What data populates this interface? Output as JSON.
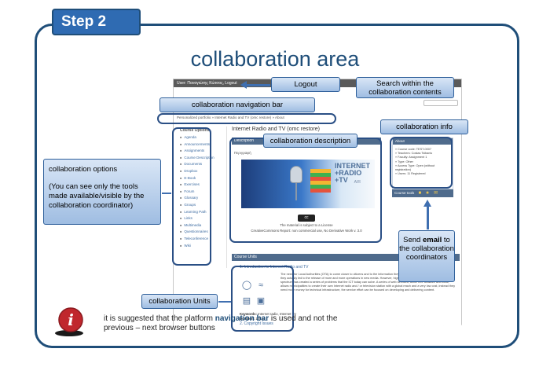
{
  "step_label": "Step 2",
  "title": "collaboration area",
  "callouts": {
    "logout": "Logout",
    "search": "Search within the collaboration contents",
    "nav_bar": "collaboration navigation bar",
    "info": "collaboration info",
    "description": "collaboration description",
    "options_title": "collaboration options",
    "options_note": "(You can see only the tools made available/visible by the collaboration coordinator)",
    "units": "collaboration Units",
    "email_pre": "Send ",
    "email_bold": "email",
    "email_post": " to the collaboration coordinators"
  },
  "screenshot": {
    "user_bar": "User: Παναγιώτης Κώτσος, Logout",
    "breadcrumb": "Personalized portfolio » Internet Radio and TV (omc restore) » About",
    "main_title": "Internet Radio and TV (omc restore)",
    "course_options_header": "Course Options",
    "course_options": [
      "Agenda",
      "Announcements",
      "Assignments",
      "Course Description",
      "Documents",
      "Dropbox",
      "E-Book",
      "Exercises",
      "Forum",
      "Glossary",
      "Groups",
      "Learning Path",
      "Links",
      "Multimedia",
      "Questionnaires",
      "Teleconference",
      "Wiki"
    ],
    "description_header": "Description",
    "description_subtitle": "Περιγραφή",
    "image_brand": "INTERNET\n+RADIO\n+TV",
    "image_brand_sub": "AIR",
    "cc_badge": "cc",
    "license_line1": "The material is subject to a License",
    "license_line2": "CreativeCommons Report: non commercial use, No Derivative Work v. 3.0",
    "about_header": "About",
    "about_lines": [
      "» Course code: TEST-0007",
      "» Teachers: Costas Tsibanis",
      "» Faculty: Assignment 1",
      "» Type: Other",
      "» Access Type: Open (without",
      "  registration)",
      "» Users: 11 Registered"
    ],
    "tools_label": "Course tools",
    "units_header": "Course Units",
    "unit1_title": "1.  Introduction to Internet Radio and TV",
    "unit1_text": "The need for Local Authorities (OTA) to come closer to citizens and to the information they give them is initially through the TV and they actually led to the release of more and more operations in new media. However, high operating costs and reduce the available spectrum has created a series of problems that the ICT today can solve. A series of web services, some free software and tools, allows municipalities to create their own Internet radio and / or television station with a global reach and a very low cost, instead they need more money for technical infrastructure, the service effort can be focused on developing and delivering content.",
    "unit1_keywords_label": "Keywords:",
    "unit1_keywords": " Internet radio, Internet TV",
    "unit1_duration_label": "Duration:",
    "unit1_duration": " 1 hour",
    "unit2_title": "2.  Copyright Issues"
  },
  "note": {
    "pre": "it is suggested that the platform ",
    "bold": "navigation bar",
    "post": " is used and not the",
    "line2": "previous – next browser buttons"
  },
  "colors": {
    "frame": "#1f4e79",
    "tab": "#2f6bb2",
    "callout_top": "#d9e6f6",
    "callout_bottom": "#9fbde2",
    "info_icon": "#c0272d"
  }
}
